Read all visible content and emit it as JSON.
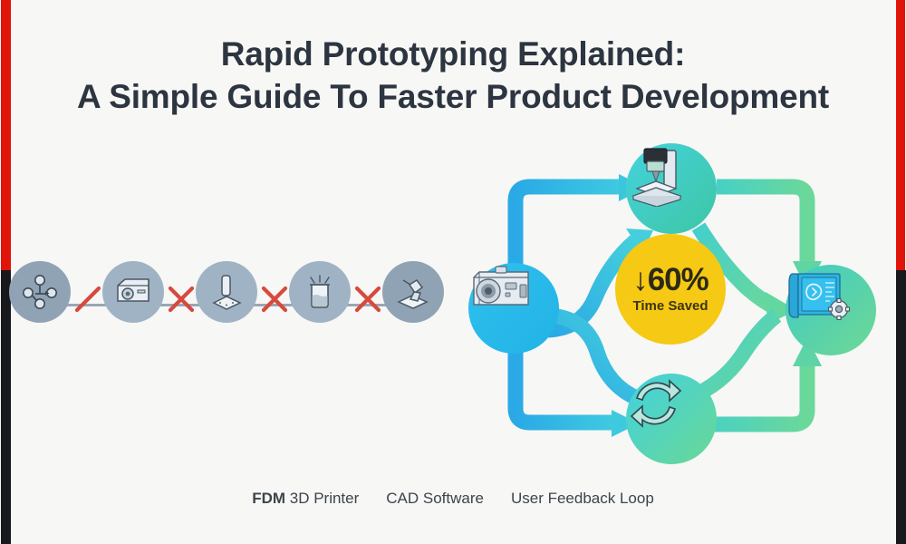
{
  "page": {
    "background_color": "#f7f7f5",
    "edge_bar_red": "#e1140a",
    "edge_bar_black": "#17191c"
  },
  "title": {
    "line1": "Rapid Prototyping Explained:",
    "line2": "A Simple Guide To Faster Product Development",
    "color": "#2c3540"
  },
  "legacy_chain": {
    "connector_color": "#9aa7b4",
    "node_color": "#8fa3b5",
    "cross_color": "#d64a3f",
    "nodes": [
      {
        "icon": "network-nodes-icon",
        "label": "network-nodes"
      },
      {
        "icon": "machine-box-icon",
        "label": "machine-box"
      },
      {
        "icon": "cnc-tool-icon",
        "label": "cnc-tool"
      },
      {
        "icon": "beaker-icon",
        "label": "beaker"
      },
      {
        "icon": "clamp-press-icon",
        "label": "clamp-press"
      }
    ],
    "crosses": [
      {
        "type": "slash"
      },
      {
        "type": "x"
      },
      {
        "type": "x"
      },
      {
        "type": "x"
      }
    ]
  },
  "flow": {
    "arrow_color_start": "#29ade4",
    "arrow_color_end": "#5ed6a4",
    "nodes": [
      {
        "id": "scanner",
        "icon": "camera-scanner-icon",
        "color_start": "#2ab8e8",
        "color_end": "#2ab8e8"
      },
      {
        "id": "printer",
        "icon": "3d-printer-icon",
        "color_start": "#3fd0d8",
        "color_end": "#3cc9a8"
      },
      {
        "id": "feedback",
        "icon": "refresh-loop-icon",
        "color_start": "#3fd0e0",
        "color_end": "#62d498"
      },
      {
        "id": "cad",
        "icon": "cad-blueprint-gear-icon",
        "color_start": "#3ec9c4",
        "color_end": "#65d493"
      }
    ]
  },
  "badge": {
    "main": "↓60%",
    "sub": "Time Saved",
    "background_color": "#f6c914",
    "text_color": "#2c2a14"
  },
  "captions": [
    {
      "bold": "FDM",
      "rest": " 3D Printer"
    },
    {
      "bold": "",
      "rest": "CAD Software"
    },
    {
      "bold": "",
      "rest": "User Feedback Loop"
    }
  ],
  "caption_strings": {
    "c1_bold": "FDM",
    "c1_rest": " 3D Printer",
    "c2": "CAD Software",
    "c3": "User Feedback Loop"
  }
}
